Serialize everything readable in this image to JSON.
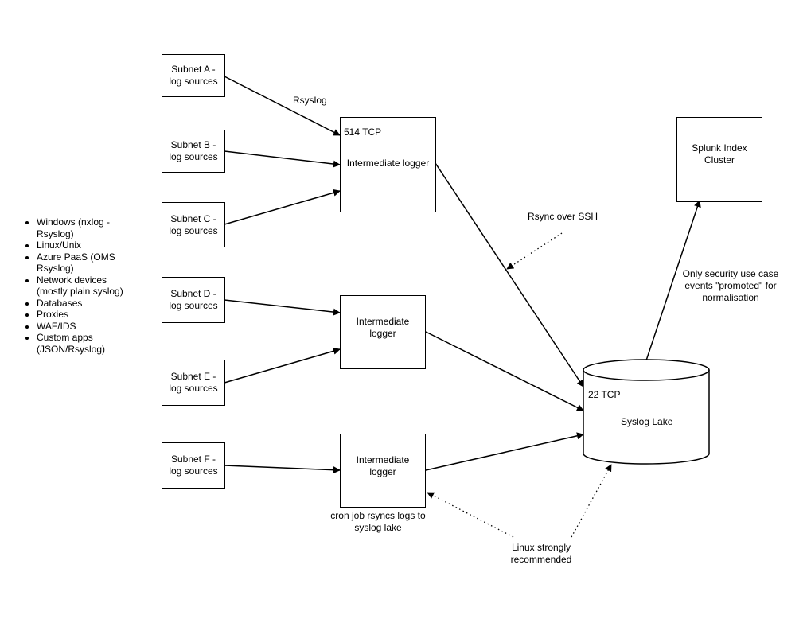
{
  "subnets": [
    {
      "line1": "Subnet A -",
      "line2": "log sources"
    },
    {
      "line1": "Subnet B -",
      "line2": "log sources"
    },
    {
      "line1": "Subnet C -",
      "line2": "log sources"
    },
    {
      "line1": "Subnet D -",
      "line2": "log sources"
    },
    {
      "line1": "Subnet E -",
      "line2": "log sources"
    },
    {
      "line1": "Subnet F -",
      "line2": "log sources"
    }
  ],
  "loggers": {
    "top": {
      "label": "Intermediate logger",
      "port": "514 TCP"
    },
    "middle": {
      "line1": "Intermediate",
      "line2": "logger"
    },
    "bottom": {
      "line1": "Intermediate",
      "line2": "logger"
    }
  },
  "splunk": {
    "line1": "Splunk Index",
    "line2": "Cluster"
  },
  "syslog_lake": {
    "label": "Syslog Lake",
    "port": "22 TCP"
  },
  "edge_labels": {
    "rsyslog": "Rsyslog",
    "rsync_over_ssh": "Rsync over SSH",
    "promoted": {
      "line1": "Only security use case",
      "line2": "events \"promoted\" for",
      "line3": "normalisation"
    },
    "cron": {
      "line1": "cron job rsyncs logs to",
      "line2": "syslog lake"
    },
    "linux": {
      "line1": "Linux strongly",
      "line2": "recommended"
    }
  },
  "legend": [
    {
      "line1": "Windows (nxlog -",
      "line2": "Rsyslog)"
    },
    {
      "line1": "Linux/Unix",
      "line2": ""
    },
    {
      "line1": "Azure PaaS (OMS",
      "line2": "Rsyslog)"
    },
    {
      "line1": "Network devices",
      "line2": "(mostly plain syslog)"
    },
    {
      "line1": "Databases",
      "line2": ""
    },
    {
      "line1": "Proxies",
      "line2": ""
    },
    {
      "line1": "WAF/IDS",
      "line2": ""
    },
    {
      "line1": "Custom apps",
      "line2": "(JSON/Rsyslog)"
    }
  ]
}
